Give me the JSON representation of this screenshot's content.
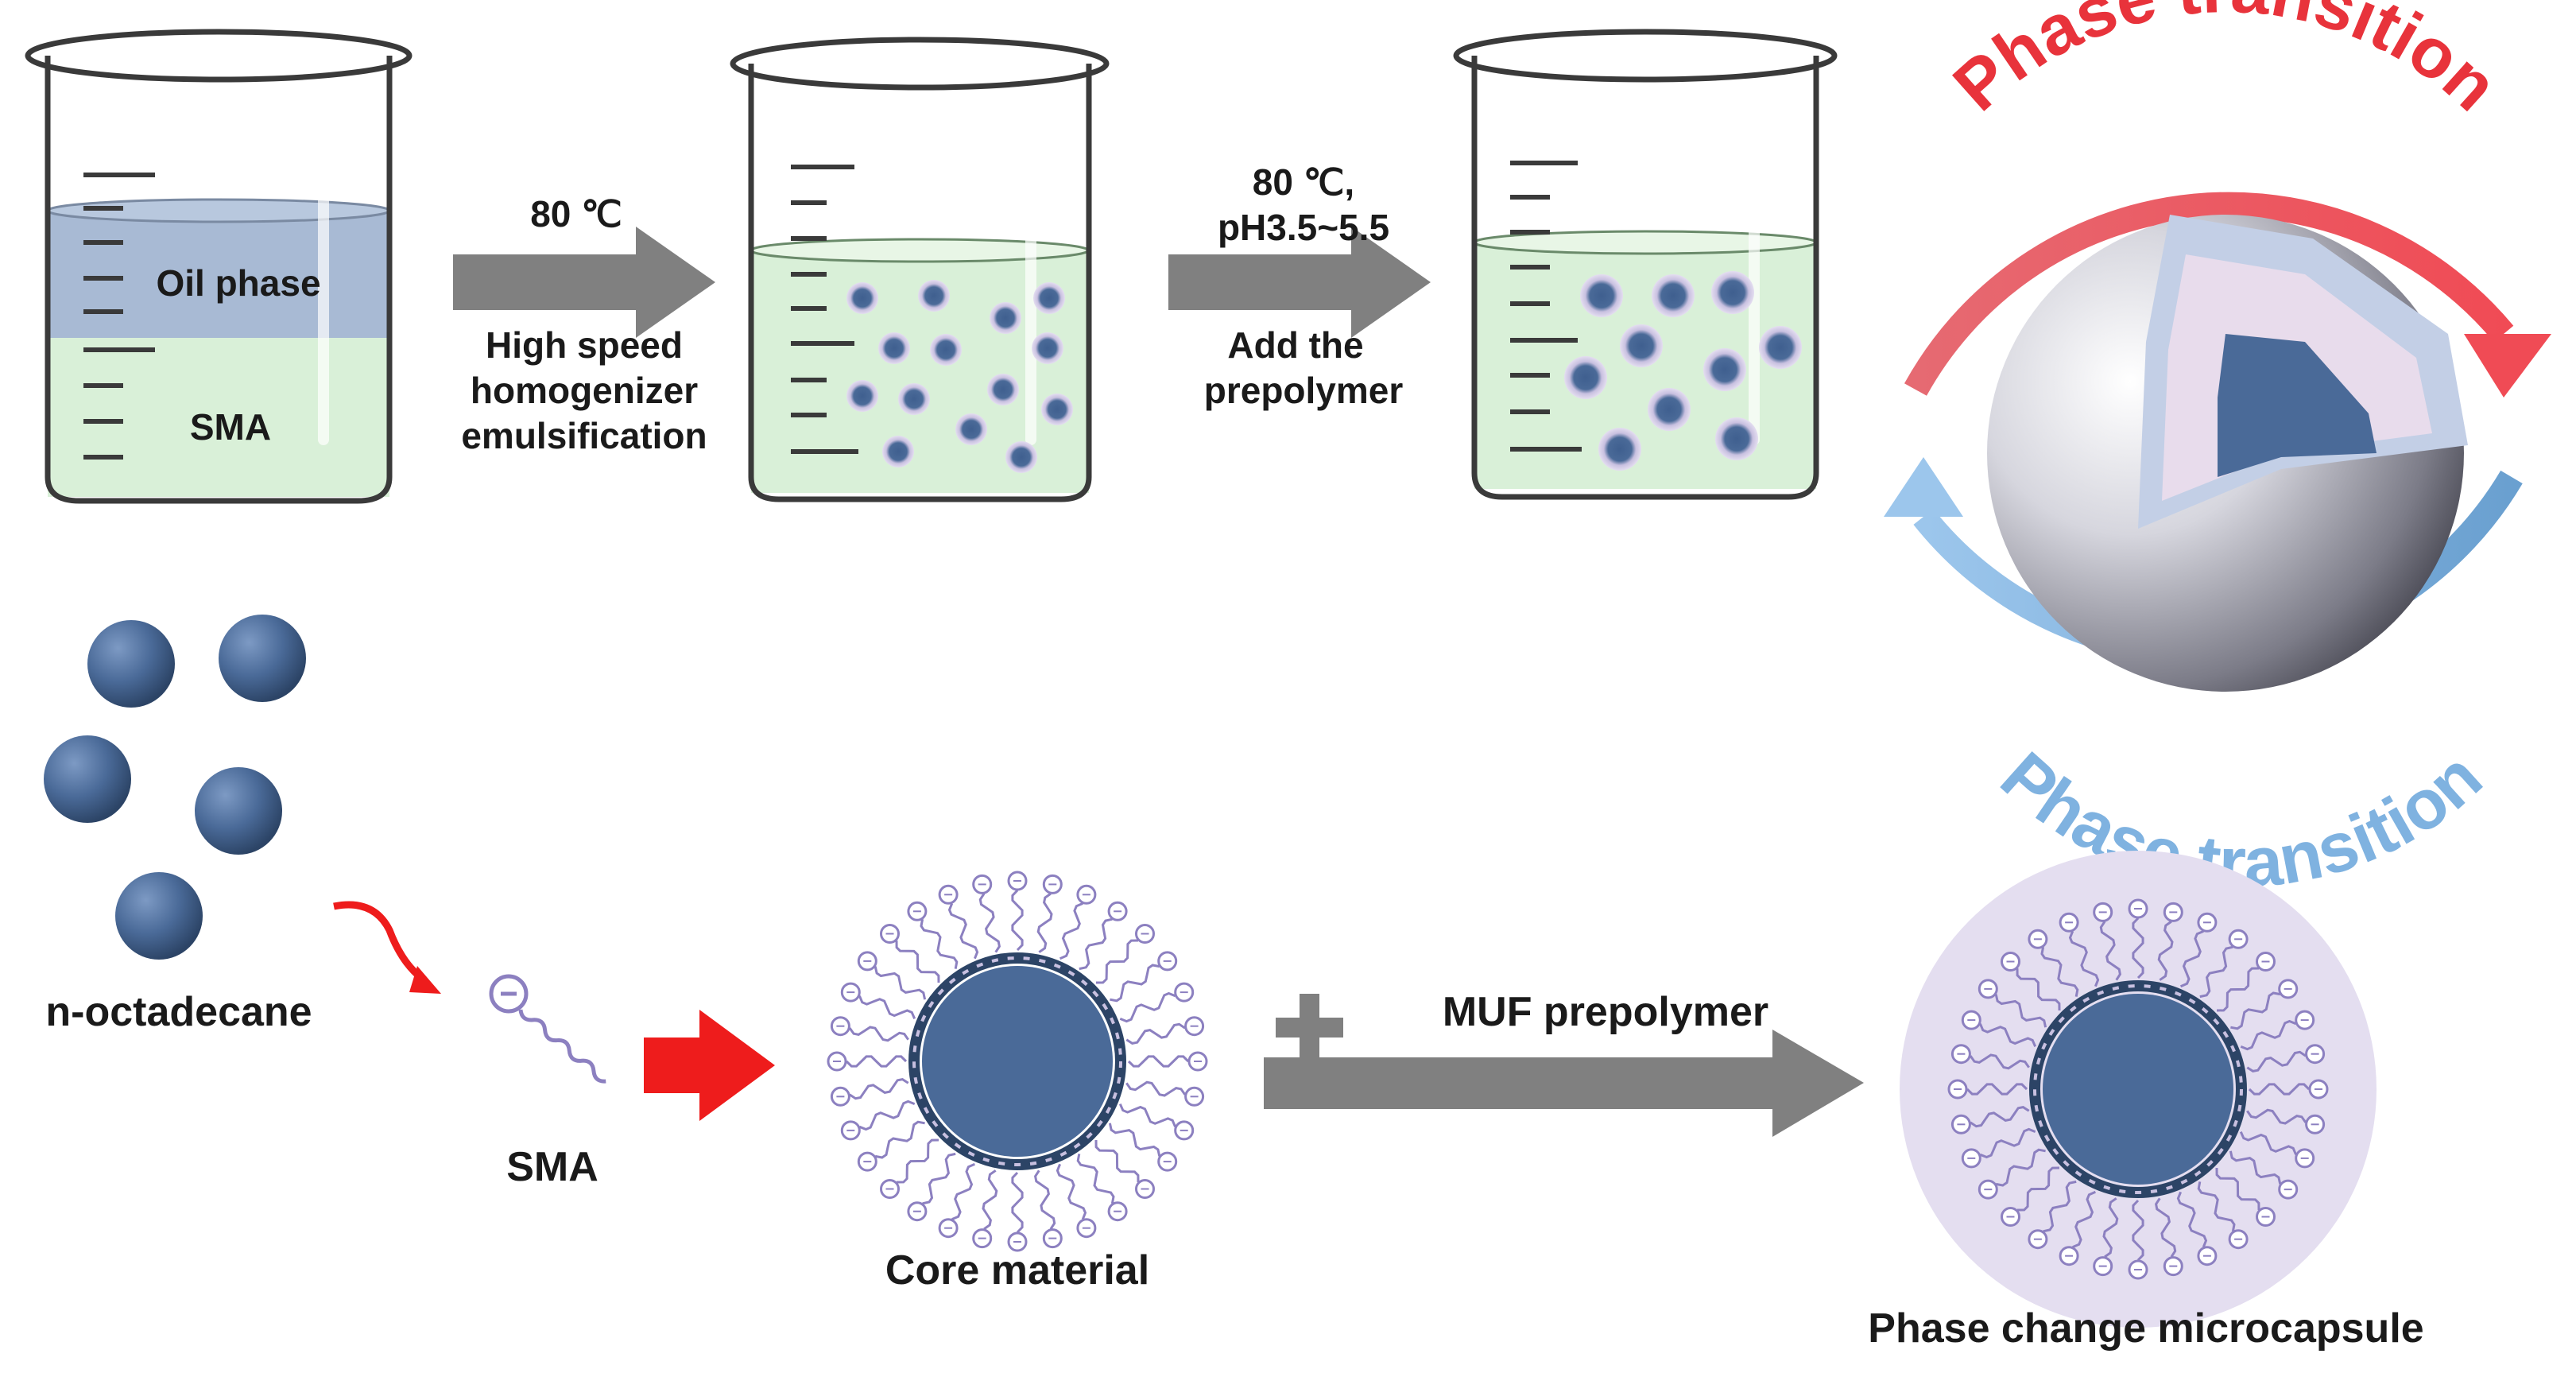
{
  "steps": {
    "step1_temp": "80 ℃",
    "step1_desc": [
      "High speed",
      "homogenizer",
      "emulsification"
    ],
    "step2_temp": [
      "80 ℃,",
      "pH3.5~5.5"
    ],
    "step2_desc": [
      "Add the",
      "prepolymer"
    ]
  },
  "beaker1": {
    "oil_label": "Oil phase",
    "water_label": "SMA"
  },
  "phase": {
    "top_label": "Phase transition",
    "bottom_label": "Phase transition",
    "top_color": "#e8333b",
    "bottom_color": "#7fb2e0"
  },
  "bottom": {
    "octadecane_label": "n-octadecane",
    "sma_label": "SMA",
    "core_label": "Core material",
    "muf_label": "MUF prepolymer",
    "capsule_label": "Phase change microcapsule"
  },
  "colors": {
    "arrow_gray": "#808080",
    "sphere_blue": "#4a6a98",
    "water_green": "#d9f0d8",
    "oil_blue": "#a8bad4",
    "red_arrow": "#ee1c1c",
    "surfactant_purple": "#8c80c0"
  }
}
